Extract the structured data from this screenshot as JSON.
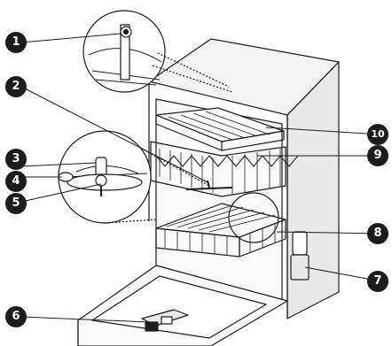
{
  "callouts": [
    {
      "id": "1",
      "label": "1"
    },
    {
      "id": "2",
      "label": "2"
    },
    {
      "id": "3",
      "label": "3"
    },
    {
      "id": "4",
      "label": "4"
    },
    {
      "id": "5",
      "label": "5"
    },
    {
      "id": "6",
      "label": "6"
    },
    {
      "id": "7",
      "label": "7"
    },
    {
      "id": "8",
      "label": "8"
    },
    {
      "id": "9",
      "label": "9"
    },
    {
      "id": "10",
      "label": "10"
    }
  ],
  "colors": {
    "outline": "#1c1c1c",
    "badge_fill": "#1c1c1c",
    "badge_text": "#ffffff",
    "shade": "#e9e9e9"
  }
}
